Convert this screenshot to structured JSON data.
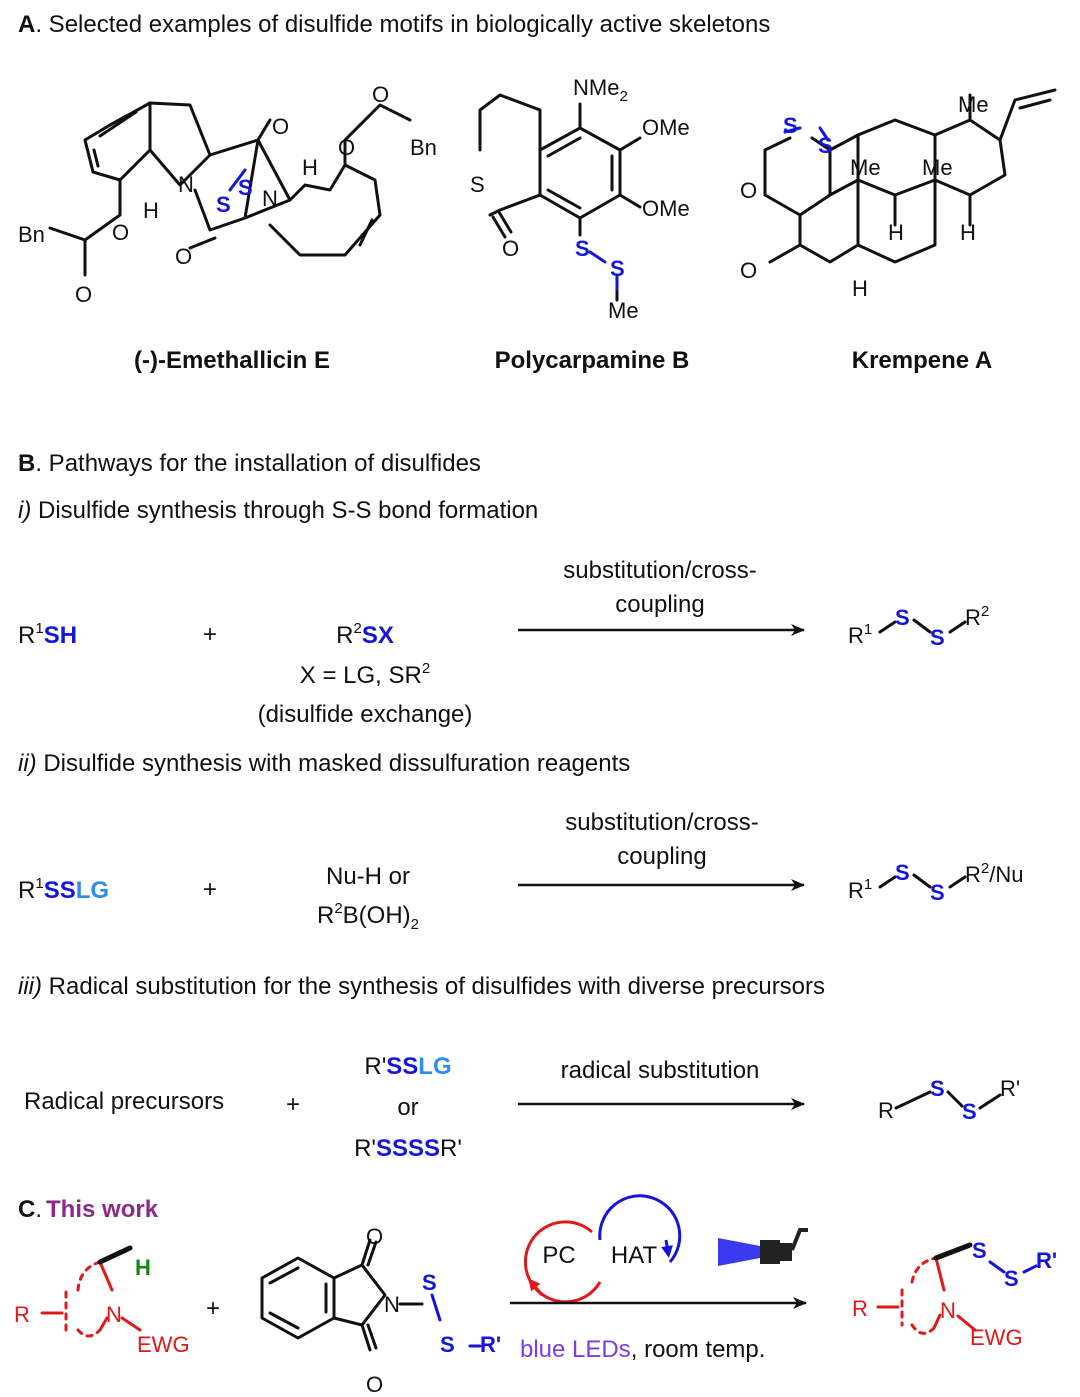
{
  "section_a": {
    "letter": "A",
    "title": ". Selected examples of disulfide motifs in biologically active skeletons",
    "compounds": [
      {
        "name": "(-)-Emethallicin E"
      },
      {
        "name": "Polycarpamine B"
      },
      {
        "name": "Krempene A"
      }
    ],
    "atom_labels": {
      "bn": "Bn",
      "o": "O",
      "n": "N",
      "h": "H",
      "s": "S",
      "nme2": "NMe",
      "nme2_sub": "2",
      "ome": "OMe",
      "me": "Me"
    }
  },
  "section_b": {
    "letter": "B",
    "title": ". Pathways for the installation of disulfides",
    "pathways": [
      {
        "heading_italic": "i)",
        "heading": " Disulfide synthesis through S-S bond formation",
        "reactant1_prefix": "R",
        "reactant1_sup": "1",
        "reactant1_highlight": "SH",
        "plus": "+",
        "reactant2_prefix": "R",
        "reactant2_sup": "2",
        "reactant2_highlight": "SX",
        "note_line1": "X = LG, SR",
        "note_line1_sup": "2",
        "note_line2": "(disulfide exchange)",
        "arrow_line1": "substitution/cross-",
        "arrow_line2": "coupling",
        "product_left": "R",
        "product_left_sup": "1",
        "product_s": "S",
        "product_right": "R",
        "product_right_sup": "2"
      },
      {
        "heading_italic": "ii)",
        "heading": " Disulfide synthesis with masked dissulfuration reagents",
        "reactant1_prefix": "R",
        "reactant1_sup": "1",
        "reactant1_highlight_ss": "SS",
        "reactant1_highlight_lg": "LG",
        "plus": "+",
        "reagent_line1": "Nu-H or",
        "reagent_line2_prefix": "R",
        "reagent_line2_sup": "2",
        "reagent_line2_mid": "B(OH)",
        "reagent_line2_sub": "2",
        "arrow_line1": "substitution/cross-",
        "arrow_line2": "coupling",
        "product_left": "R",
        "product_left_sup": "1",
        "product_s": "S",
        "product_right": "R",
        "product_right_sup": "2",
        "product_right_suffix": "/Nu"
      },
      {
        "heading_italic": "iii)",
        "heading": " Radical substitution for the synthesis of disulfides with diverse precursors",
        "reactant1": "Radical precursors",
        "plus": "+",
        "reagent_line1_prefix": "R'",
        "reagent_line1_ss": "SS",
        "reagent_line1_lg": "LG",
        "reagent_or": "or",
        "reagent_line3_prefix": "R'",
        "reagent_line3_ssss": "SSSS",
        "reagent_line3_suffix": "R'",
        "arrow_label": "radical substitution",
        "product_left": "R",
        "product_s": "S",
        "product_right": "R'"
      }
    ]
  },
  "section_c": {
    "letter": "C",
    "dot": ".",
    "title": "This work",
    "catalyst_pc": "PC",
    "catalyst_hat": "HAT",
    "condition_blue": "blue LEDs",
    "condition_rest": ", room temp.",
    "plus": "+",
    "atom_labels": {
      "r": "R",
      "n": "N",
      "ewg": "EWG",
      "h": "H",
      "o": "O",
      "s": "S",
      "rprime": "R'"
    },
    "colors": {
      "accent_red": "#e01818",
      "accent_blue": "#1414e0",
      "title_purple": "#8a2a8a",
      "led_violet": "#7a3cf0",
      "h_green": "#16861a"
    }
  }
}
